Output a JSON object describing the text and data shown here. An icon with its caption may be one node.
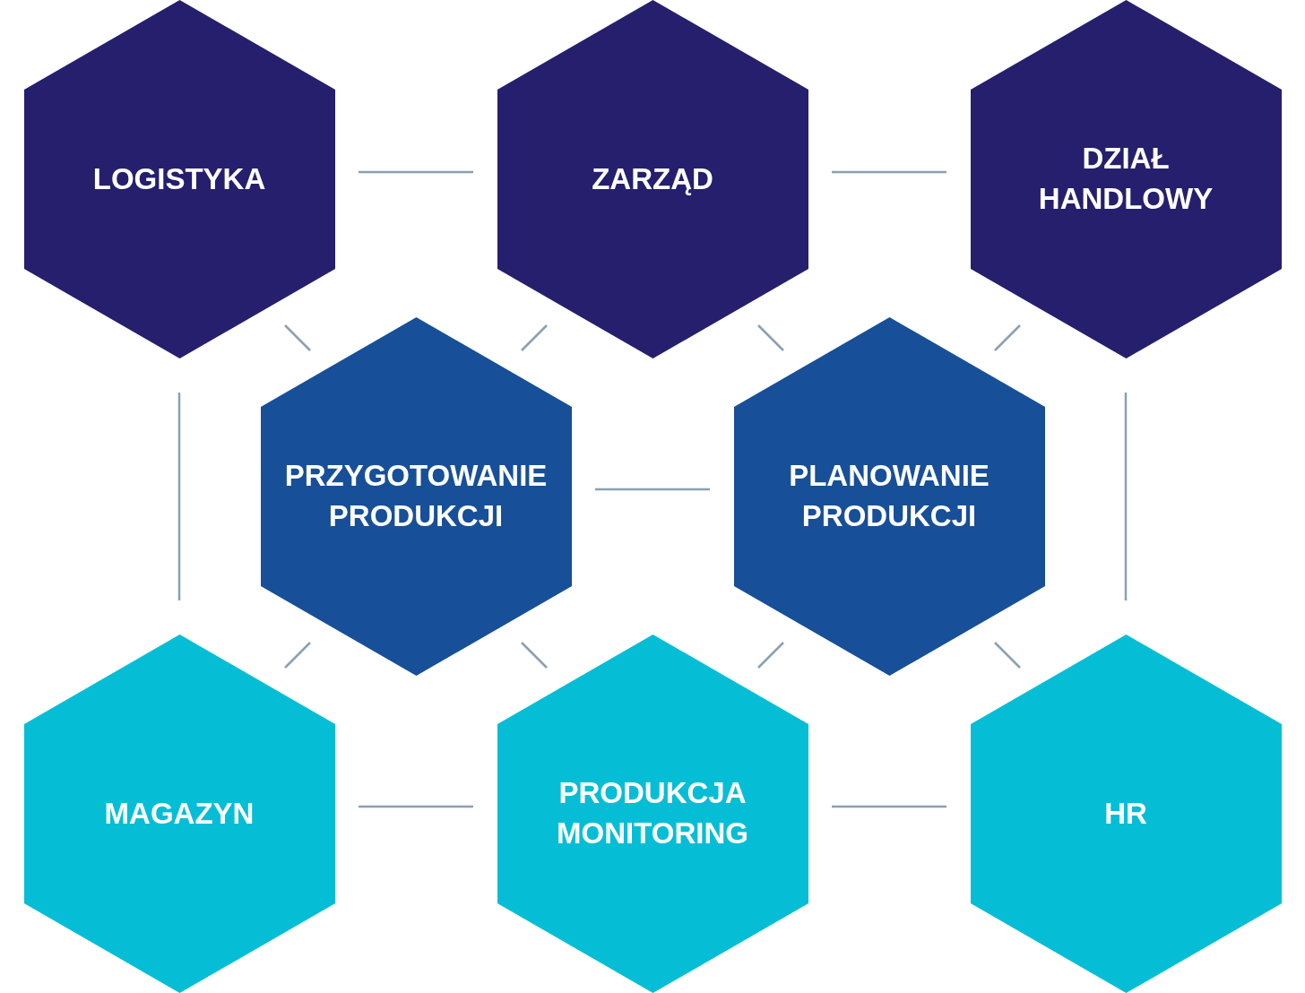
{
  "diagram": {
    "nodes": [
      {
        "text": [
          "LOGISTYKA"
        ]
      },
      {
        "text": [
          "ZARZĄD"
        ]
      },
      {
        "text": [
          "DZIAŁ HANDLOWY"
        ]
      },
      {
        "text": [
          "PRZYGOTOWANIE PRODUKCJI"
        ]
      },
      {
        "text": [
          "PLANOWANIE PRODUKCJI"
        ]
      },
      {
        "text": [
          "MAGAZYN"
        ]
      },
      {
        "text": [
          "PRODUKCJA MONITORING"
        ]
      },
      {
        "text": [
          "HR"
        ]
      }
    ],
    "edges": [
      {
        "from": 0,
        "to": 1,
        "arrow": "none"
      },
      {
        "from": 1,
        "to": 2,
        "arrow": "none"
      },
      {
        "from": 0,
        "to": 3,
        "arrow": "none"
      },
      {
        "from": 1,
        "to": 3,
        "arrow": "none"
      },
      {
        "from": 1,
        "to": 4,
        "arrow": "none"
      },
      {
        "from": 2,
        "to": 4,
        "arrow": "none"
      },
      {
        "from": 0,
        "to": 5,
        "arrow": "none"
      },
      {
        "from": 2,
        "to": 7,
        "arrow": "none"
      },
      {
        "from": 3,
        "to": 4,
        "arrow": "none"
      },
      {
        "from": 3,
        "to": 5,
        "arrow": "none"
      },
      {
        "from": 3,
        "to": 6,
        "arrow": "none"
      },
      {
        "from": 4,
        "to": 6,
        "arrow": "none"
      },
      {
        "from": 4,
        "to": 7,
        "arrow": "none"
      },
      {
        "from": 5,
        "to": 6,
        "arrow": "none"
      },
      {
        "from": 6,
        "to": 7,
        "arrow": "none"
      }
    ]
  }
}
